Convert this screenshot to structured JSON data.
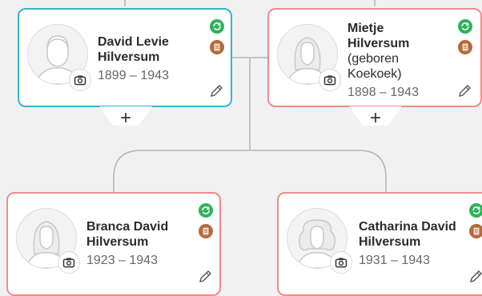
{
  "people": {
    "father": {
      "name": "David Levie Hilversum",
      "maiden": "",
      "dates": "1899 – 1943"
    },
    "mother": {
      "name": "Mietje Hilversum",
      "maiden": "(geboren Koekoek)",
      "dates": "1898 – 1943"
    },
    "child1": {
      "name": "Branca David Hilversum",
      "maiden": "",
      "dates": "1923 – 1943"
    },
    "child2": {
      "name": "Catharina David Hilversum",
      "maiden": "",
      "dates": "1931 – 1943"
    }
  },
  "add_label": "+",
  "colors": {
    "male_border": "#35b5cf",
    "female_border": "#ee8c8c",
    "records_badge": "#2fb25a",
    "documents_badge": "#b36a3c",
    "connector": "#b3b3b3"
  },
  "icons": {
    "photo": "camera-icon",
    "records": "record-match-icon",
    "documents": "document-icon",
    "edit": "pencil-icon"
  }
}
